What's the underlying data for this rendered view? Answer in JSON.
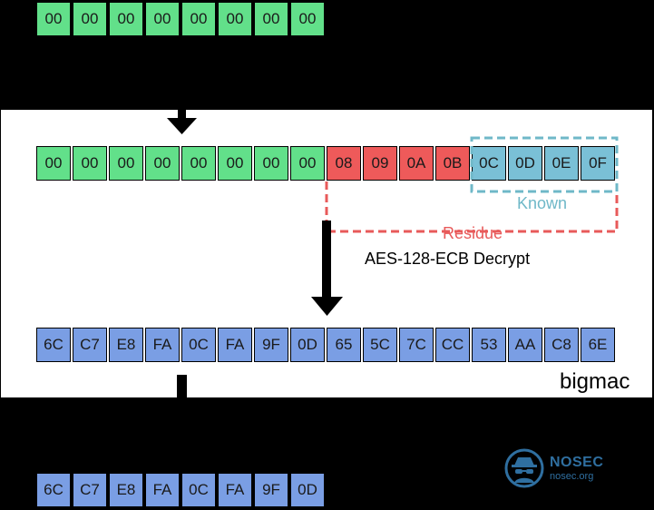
{
  "colors": {
    "background": "#000000",
    "panel": "#ffffff",
    "green": "#62e08a",
    "red": "#ee5a5a",
    "teal": "#7ac0d6",
    "blue": "#7a9ee4",
    "known": "#6fb8c8",
    "residue": "#e85a5a",
    "logo": "#2f6fa0"
  },
  "rows": {
    "input_top": [
      "00",
      "00",
      "00",
      "00",
      "00",
      "00",
      "00",
      "00"
    ],
    "block_zeros": [
      "00",
      "00",
      "00",
      "00",
      "00",
      "00",
      "00",
      "00"
    ],
    "block_residue": [
      "08",
      "09",
      "0A",
      "0B"
    ],
    "block_known": [
      "0C",
      "0D",
      "0E",
      "0F"
    ],
    "decrypted": [
      "6C",
      "C7",
      "E8",
      "FA",
      "0C",
      "FA",
      "9F",
      "0D",
      "65",
      "5C",
      "7C",
      "CC",
      "53",
      "AA",
      "C8",
      "6E"
    ],
    "output_bottom": [
      "6C",
      "C7",
      "E8",
      "FA",
      "0C",
      "FA",
      "9F",
      "0D"
    ]
  },
  "labels": {
    "known": "Known",
    "residue": "Residue",
    "operation": "AES-128-ECB Decrypt",
    "box_name": "bigmac"
  },
  "logo": {
    "icon": "spy-icon",
    "name": "NOSEC",
    "url": "nosec.org"
  }
}
